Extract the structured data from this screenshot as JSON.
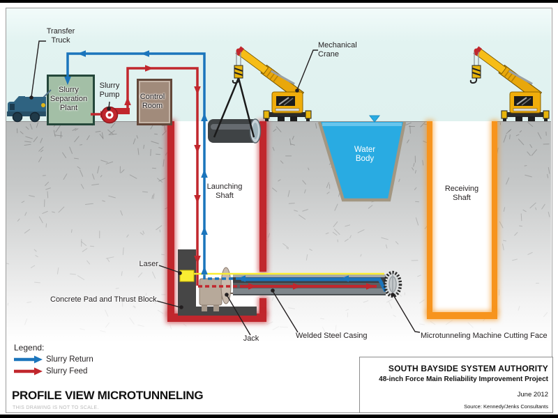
{
  "diagram": {
    "labels": {
      "transfer_truck": "Transfer\nTruck",
      "slurry_separation_plant": "Slurry\nSeparation\nPlant",
      "slurry_pump": "Slurry\nPump",
      "control_room": "Control\nRoom",
      "mechanical_crane": "Mechanical\nCrane",
      "launching_shaft": "Launching\nShaft",
      "water_body": "Water\nBody",
      "receiving_shaft": "Receiving\nShaft",
      "laser": "Laser",
      "concrete_pad": "Concrete Pad and Thrust Block",
      "jack": "Jack",
      "welded_steel_casing": "Welded Steel Casing",
      "cutting_face": "Microtunneling Machine Cutting Face"
    },
    "icons": [
      "truck-icon",
      "pump-icon",
      "crane-icon",
      "lifted-pipe-icon",
      "water-level-icon",
      "laser-icon",
      "jack-icon",
      "thrust-block-icon",
      "casing-pipe-icon",
      "cutting-face-gear-icon"
    ],
    "colors": {
      "slurry_return": "#1b75bc",
      "slurry_feed": "#c1272d",
      "laser_line": "#f9ed32",
      "water": "#29abe2",
      "water_rim": "#a39782",
      "launching_shaft_wall": "#c1272d",
      "receiving_shaft_wall": "#f7941d",
      "crane": "#f2ae0d",
      "plant_fill": "#a3bfa6",
      "control_room_fill": "#a18b7b",
      "sky": "#e2f3f1",
      "ground": "#c6c8c8"
    }
  },
  "legend": {
    "heading": "Legend:",
    "items": [
      {
        "label": "Slurry Return",
        "color": "#1b75bc"
      },
      {
        "label": "Slurry Feed",
        "color": "#c1272d"
      }
    ]
  },
  "title_block": {
    "title": "PROFILE VIEW MICROTUNNELING",
    "note": "THIS DRAWING IS NOT TO SCALE."
  },
  "info_box": {
    "org": "SOUTH BAYSIDE SYSTEM AUTHORITY",
    "project": "48-inch Force Main Reliability Improvement Project",
    "date": "June 2012",
    "source": "Source: Kennedy/Jenks Consultants"
  }
}
